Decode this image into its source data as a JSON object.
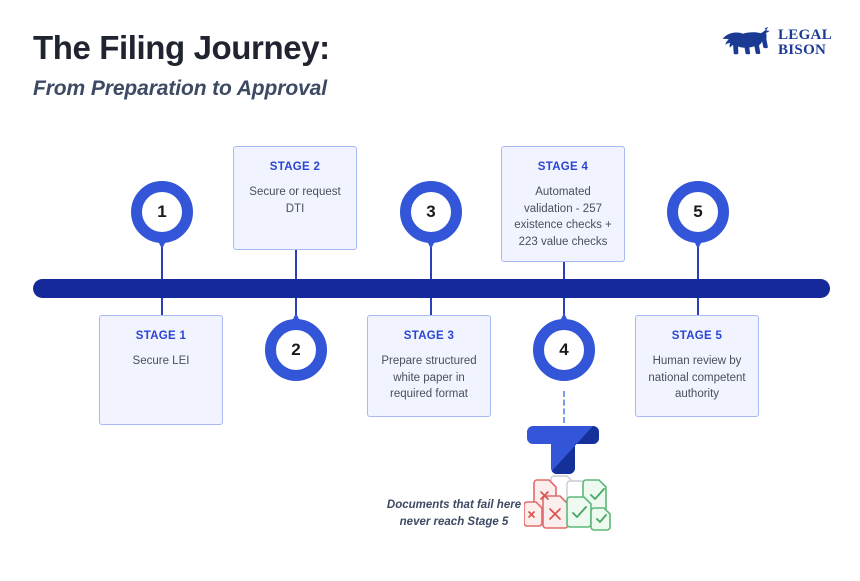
{
  "header": {
    "title": "The Filing Journey:",
    "subtitle": "From Preparation to Approval"
  },
  "logo": {
    "icon": "bison-icon",
    "line1": "LEGAL",
    "line2": "BISON"
  },
  "timeline": {
    "bar_color": "#15299b",
    "pin_color": "#3355d8",
    "card_bg": "#f1f4fe",
    "card_border": "#a9b9f3",
    "accent": "#2a45d4",
    "pins": [
      {
        "number": "1",
        "position": "above"
      },
      {
        "number": "2",
        "position": "below"
      },
      {
        "number": "3",
        "position": "above"
      },
      {
        "number": "4",
        "position": "below"
      },
      {
        "number": "5",
        "position": "above"
      }
    ],
    "stages": [
      {
        "title": "STAGE 1",
        "body": "Secure LEI",
        "side": "below"
      },
      {
        "title": "STAGE 2",
        "body": "Secure or request DTI",
        "side": "above"
      },
      {
        "title": "STAGE 3",
        "body": "Prepare structured white paper in required format",
        "side": "below"
      },
      {
        "title": "STAGE 4",
        "body": "Automated validation - 257 existence checks + 223 value checks",
        "side": "above"
      },
      {
        "title": "STAGE 5",
        "body": "Human review by national competent authority",
        "side": "below"
      }
    ]
  },
  "funnel": {
    "icon": "funnel-icon",
    "fail_docs_icon": "rejected-documents-icon",
    "caption": "Documents that fail here never reach Stage 5"
  }
}
